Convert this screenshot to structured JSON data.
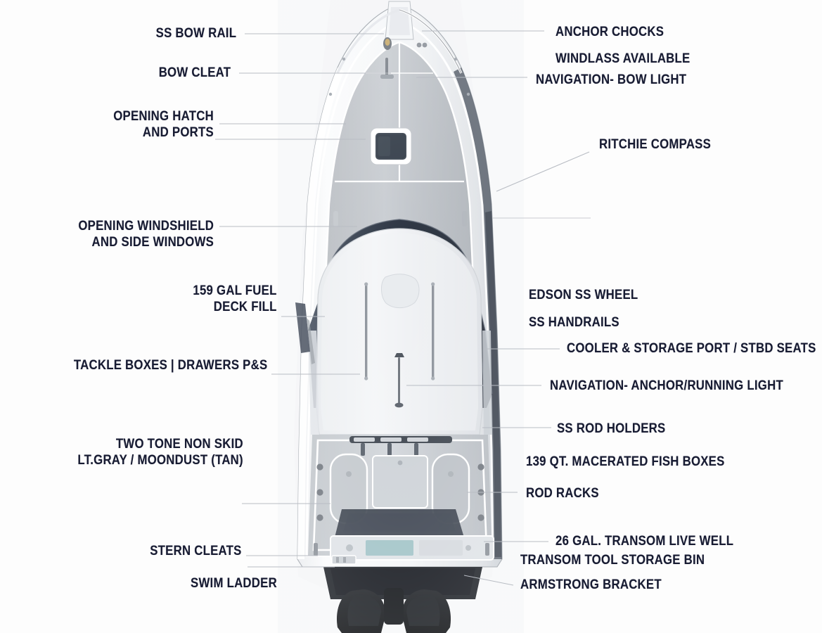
{
  "diagram": {
    "title": "Boat Feature Callout Diagram",
    "subject": "center console sport fishing boat, overhead plan view",
    "background_color": "#fdfdfd",
    "label_color": "#181c33",
    "leader_line_color": "#b9bdc4"
  },
  "labels_left": [
    {
      "id": "ss-bow-rail",
      "lines": [
        "SS  BOW RAIL"
      ]
    },
    {
      "id": "bow-cleat",
      "lines": [
        "BOW CLEAT"
      ]
    },
    {
      "id": "opening-hatch",
      "lines": [
        "OPENING HATCH",
        "AND PORTS"
      ]
    },
    {
      "id": "opening-windshield",
      "lines": [
        "OPENING WINDSHIELD",
        "AND SIDE WINDOWS"
      ]
    },
    {
      "id": "fuel-deck-fill",
      "lines": [
        "159 GAL FUEL",
        "DECK FILL"
      ]
    },
    {
      "id": "tackle-boxes",
      "lines": [
        "TACKLE BOXES  | DRAWERS P&S"
      ]
    },
    {
      "id": "two-tone-non-skid",
      "lines": [
        "TWO TONE NON SKID",
        "LT.GRAY / MOONDUST (TAN)"
      ]
    },
    {
      "id": "stern-cleats",
      "lines": [
        "STERN CLEATS"
      ]
    },
    {
      "id": "swim-ladder",
      "lines": [
        "SWIM LADDER"
      ]
    }
  ],
  "labels_right": [
    {
      "id": "anchor-chocks",
      "lines": [
        "ANCHOR CHOCKS"
      ]
    },
    {
      "id": "windlass-available",
      "lines": [
        "WINDLASS AVAILABLE"
      ]
    },
    {
      "id": "navigation-bow-light",
      "lines": [
        "NAVIGATION- BOW LIGHT"
      ]
    },
    {
      "id": "ritchie-compass",
      "lines": [
        "RITCHIE COMPASS"
      ]
    },
    {
      "id": "edson-ss-wheel",
      "lines": [
        "EDSON SS WHEEL"
      ]
    },
    {
      "id": "ss-handrails",
      "lines": [
        "SS HANDRAILS"
      ]
    },
    {
      "id": "cooler-storage",
      "lines": [
        "COOLER & STORAGE PORT / STBD SEATS"
      ]
    },
    {
      "id": "navigation-anchor-running",
      "lines": [
        "NAVIGATION- ANCHOR/RUNNING LIGHT"
      ]
    },
    {
      "id": "ss-rod-holders",
      "lines": [
        "SS ROD HOLDERS"
      ]
    },
    {
      "id": "macerated-fish-boxes",
      "lines": [
        "139 QT. MACERATED FISH BOXES"
      ]
    },
    {
      "id": "rod-racks",
      "lines": [
        "ROD RACKS"
      ]
    },
    {
      "id": "transom-live-well",
      "lines": [
        "26 GAL. TRANSOM LIVE WELL"
      ]
    },
    {
      "id": "transom-tool-bin",
      "lines": [
        "TRANSOM TOOL STORAGE BIN"
      ]
    },
    {
      "id": "armstrong-bracket",
      "lines": [
        "ARMSTRONG BRACKET"
      ]
    }
  ]
}
